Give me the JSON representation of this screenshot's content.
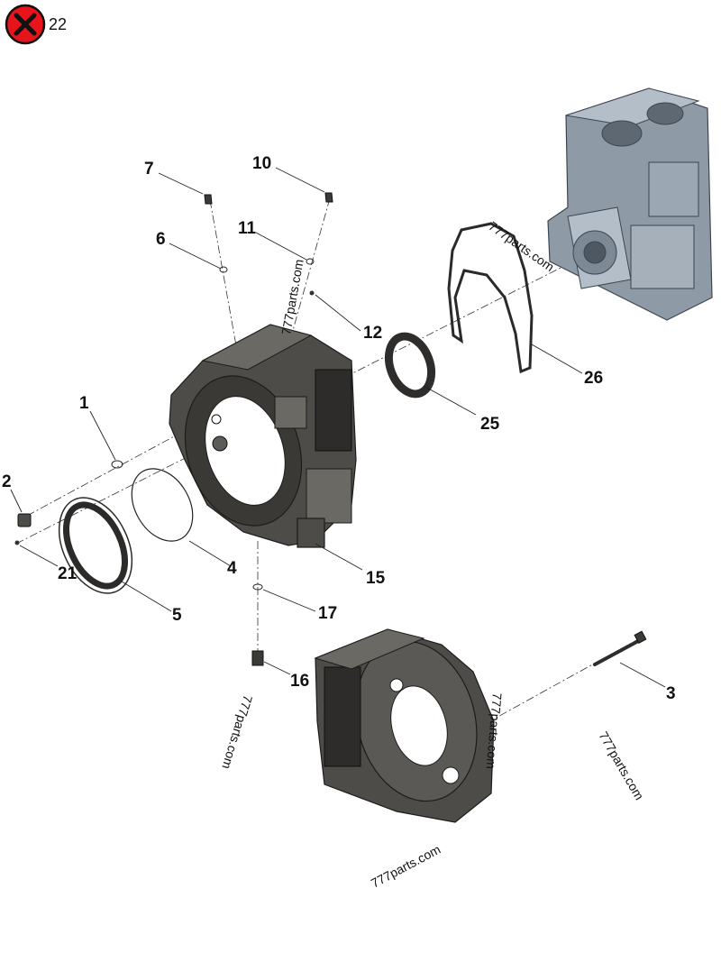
{
  "header": {
    "badge_icon": "x-close-icon",
    "badge_color": "#e8141b",
    "badge_text": "22"
  },
  "callouts": [
    "1",
    "2",
    "3",
    "4",
    "5",
    "6",
    "7",
    "10",
    "11",
    "12",
    "15",
    "16",
    "17",
    "21",
    "25",
    "26"
  ],
  "watermarks": {
    "text": "777parts.com"
  }
}
